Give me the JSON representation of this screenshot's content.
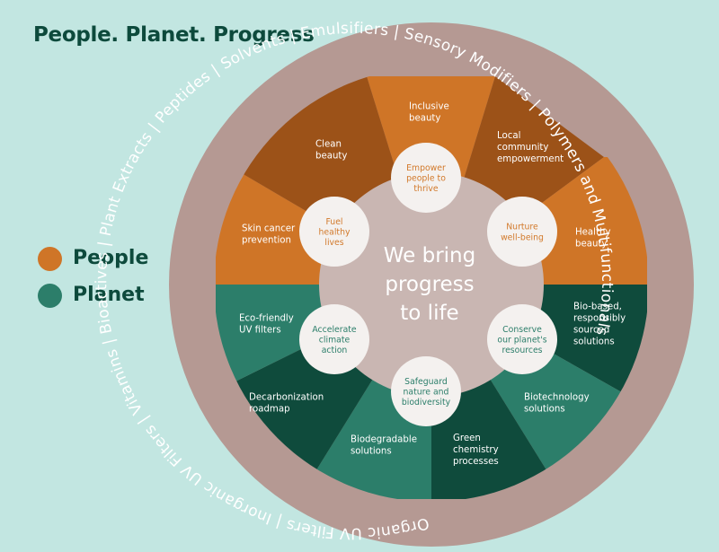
{
  "title": "People. Planet. Progress",
  "legend": [
    {
      "label": "People",
      "color": "#cf7527"
    },
    {
      "label": "Planet",
      "color": "#2c7e6a"
    }
  ],
  "center": [
    "We bring",
    "progress",
    "to life"
  ],
  "ring_text": "Organic UV Filters | Inorganic UV Filters | Vitamins | Bioactives | Plant Extracts | Peptides | Solvents | Emulsifiers | Sensory Modifiers | Polymers and Multifunctionals",
  "segments": [
    {
      "lines": [
        "Inclusive",
        "beauty"
      ],
      "color": "#cf7527"
    },
    {
      "lines": [
        "Local",
        "community",
        "empowerment"
      ],
      "color": "#9c5218"
    },
    {
      "lines": [
        "Healthy",
        "beauty"
      ],
      "color": "#cf7527"
    },
    {
      "lines": [
        "Bio-based,",
        "responsibly",
        "sourced",
        "solutions"
      ],
      "color": "#0f4b3c"
    },
    {
      "lines": [
        "Biotechnology",
        "solutions"
      ],
      "color": "#2c7e6a"
    },
    {
      "lines": [
        "Green",
        "chemistry",
        "processes"
      ],
      "color": "#0f4b3c"
    },
    {
      "lines": [
        "Biodegradable",
        "solutions"
      ],
      "color": "#2c7e6a"
    },
    {
      "lines": [
        "Decarbonization",
        "roadmap"
      ],
      "color": "#0f4b3c"
    },
    {
      "lines": [
        "Eco-friendly",
        "UV filters"
      ],
      "color": "#2c7e6a"
    },
    {
      "lines": [
        "Skin cancer",
        "prevention"
      ],
      "color": "#cf7527"
    },
    {
      "lines": [
        "Clean",
        "beauty"
      ],
      "color": "#9c5218"
    }
  ],
  "pillars": [
    {
      "lines": [
        "Empower",
        "people to",
        "thrive"
      ],
      "group": "people"
    },
    {
      "lines": [
        "Nurture",
        "well-being"
      ],
      "group": "people"
    },
    {
      "lines": [
        "Conserve",
        "our planet's",
        "resources"
      ],
      "group": "planet"
    },
    {
      "lines": [
        "Safeguard",
        "nature and",
        "biodiversity"
      ],
      "group": "planet"
    },
    {
      "lines": [
        "Accelerate",
        "climate",
        "action"
      ],
      "group": "planet"
    },
    {
      "lines": [
        "Fuel",
        "healthy",
        "lives"
      ],
      "group": "people"
    }
  ],
  "colors": {
    "background": "#c2e6e1",
    "ring": "#b59993",
    "center": "#c9b6b2",
    "people_text": "#d27a2c",
    "planet_text": "#2c7e6a"
  }
}
